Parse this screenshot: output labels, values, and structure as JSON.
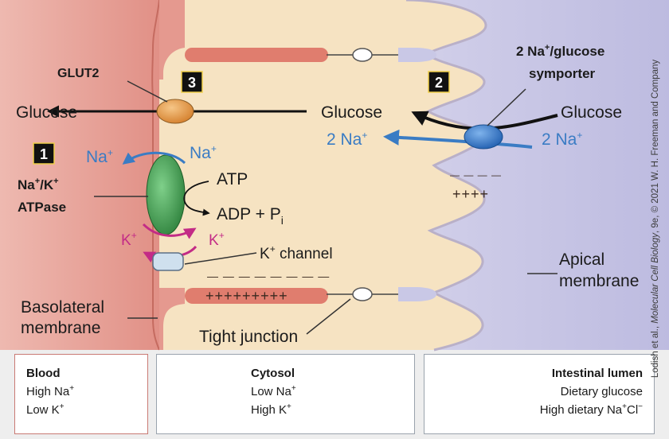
{
  "diagram": {
    "badges": {
      "one": "1",
      "two": "2",
      "three": "3"
    },
    "labels": {
      "glut2": "GLUT2",
      "glucose_blood": "Glucose",
      "glucose_cytosol": "Glucose",
      "glucose_lumen": "Glucose",
      "symporter_line1": "2 Na",
      "symporter_sup": "+",
      "symporter_rest": "/glucose",
      "symporter_line2": "symporter",
      "na_left": "Na",
      "na_right": "Na",
      "na_sup": "+",
      "na2_cytosol": "2 Na",
      "na2_lumen": "2 Na",
      "atpase_line1": "Na",
      "atpase_sup1": "+",
      "atpase_mid": "/K",
      "atpase_sup2": "+",
      "atpase_line2": "ATPase",
      "atp": "ATP",
      "adp": "ADP + P",
      "adp_sub": "i",
      "k_left": "K",
      "k_right": "K",
      "k_sup": "+",
      "kchannel_k": "K",
      "kchannel_sup": "+",
      "kchannel_rest": " channel",
      "minus_row": "— — — — — — — —",
      "plus_row": "+++++++++",
      "apical_minus": "— — — —",
      "apical_plus": "++++",
      "apical_line1": "Apical",
      "apical_line2": "membrane",
      "basolateral_line1": "Basolateral",
      "basolateral_line2": "membrane",
      "tight_junction": "Tight junction"
    }
  },
  "legend": {
    "blood": {
      "title": "Blood",
      "line1": "High Na",
      "line1_sup": "+",
      "line2": "Low K",
      "line2_sup": "+"
    },
    "cytosol": {
      "title": "Cytosol",
      "line1": "Low Na",
      "line1_sup": "+",
      "line2": "High K",
      "line2_sup": "+"
    },
    "lumen": {
      "title": "Intestinal lumen",
      "line1": "Dietary glucose",
      "line2_a": "High dietary Na",
      "line2_sup1": "+",
      "line2_b": "Cl",
      "line2_sup2": "−"
    }
  },
  "credit": {
    "text_a": "Lodish et al., ",
    "text_italic": "Molecular Cell Biology",
    "text_b": ", 9e, © 2021 W. H. Freeman and Company"
  },
  "colors": {
    "blood": "#e5998f",
    "cytosol": "#f6e3c2",
    "lumen": "#c9c8e6",
    "na_blue": "#3a7cc4",
    "k_pink": "#c32b86",
    "atpase_green": "#3f9a4c",
    "glut2_orange": "#e89a42",
    "symporter_blue": "#2e6fc0"
  }
}
